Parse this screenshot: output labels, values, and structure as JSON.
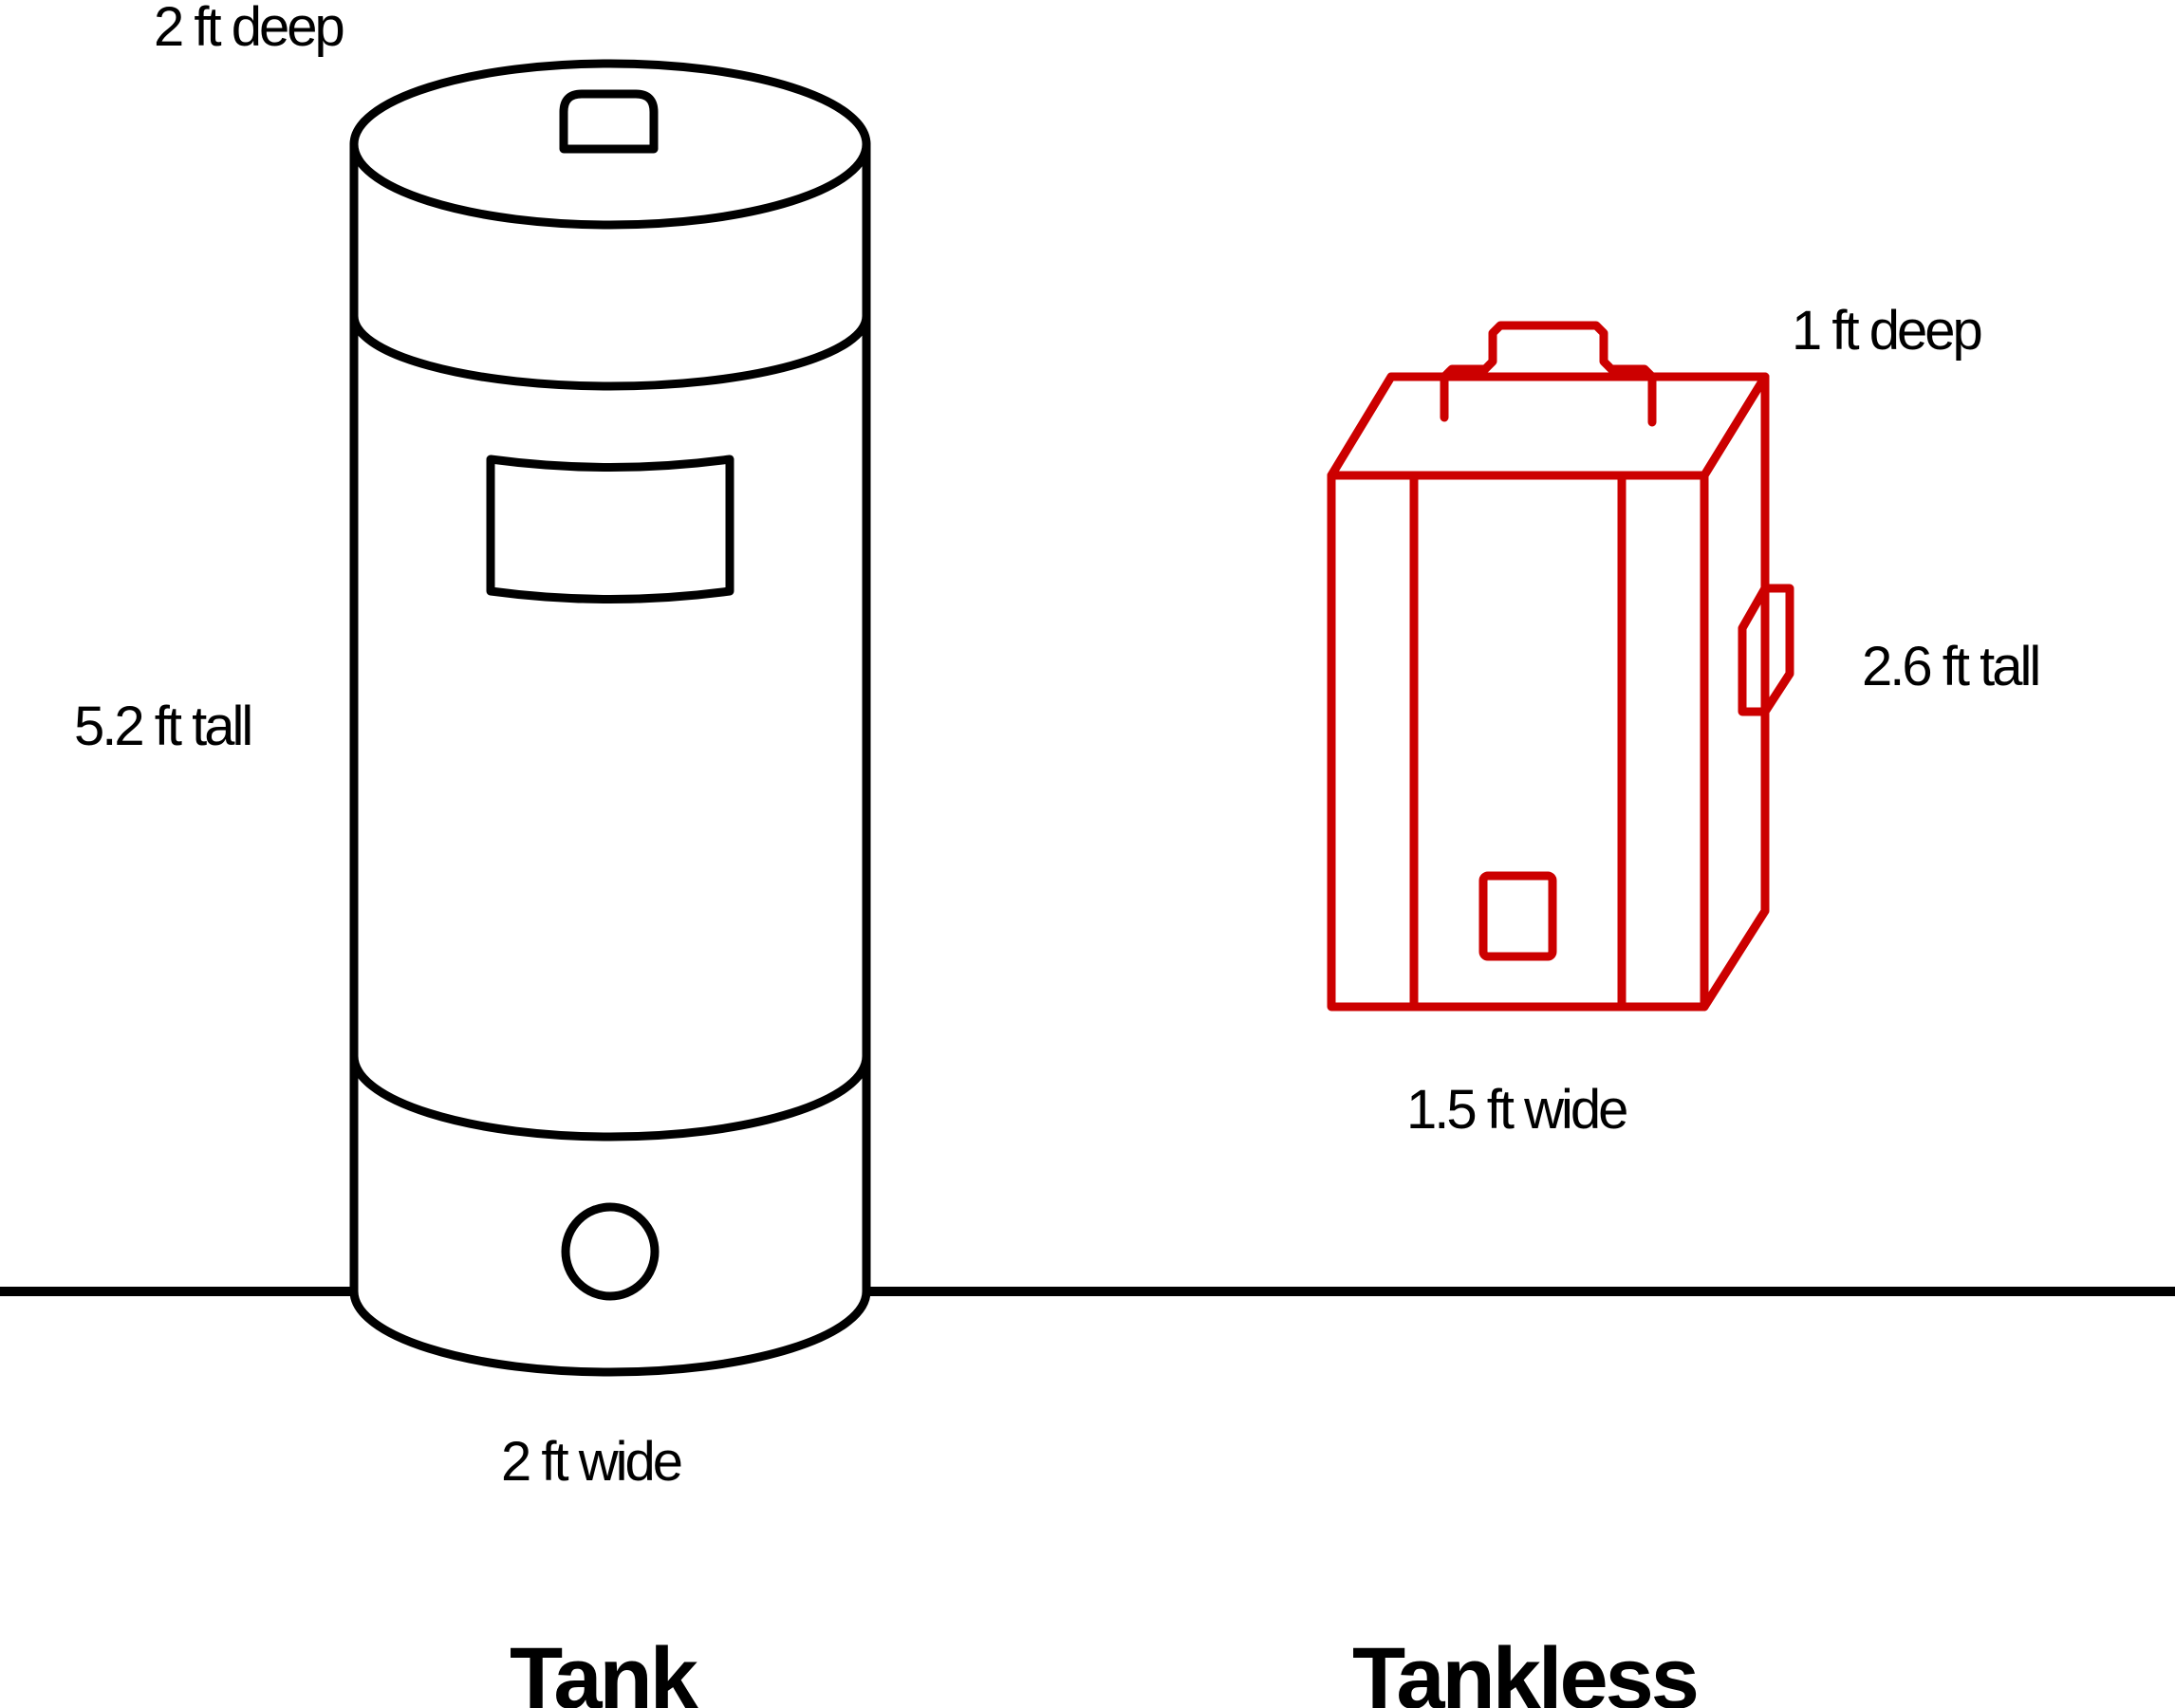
{
  "colors": {
    "tank_stroke": "#000000",
    "tankless_stroke": "#cc0000",
    "text": "#000000",
    "background": "#ffffff"
  },
  "tank": {
    "caption": "Tank",
    "depth_label": "2 ft deep",
    "height_label": "5.2 ft tall",
    "width_label": "2 ft wide"
  },
  "tankless": {
    "caption": "Tankless",
    "depth_label": "1 ft deep",
    "height_label": "2.6 ft tall",
    "width_label": "1.5 ft wide"
  },
  "icons": [
    "tank-water-heater-icon",
    "tankless-water-heater-icon",
    "floor-line"
  ]
}
